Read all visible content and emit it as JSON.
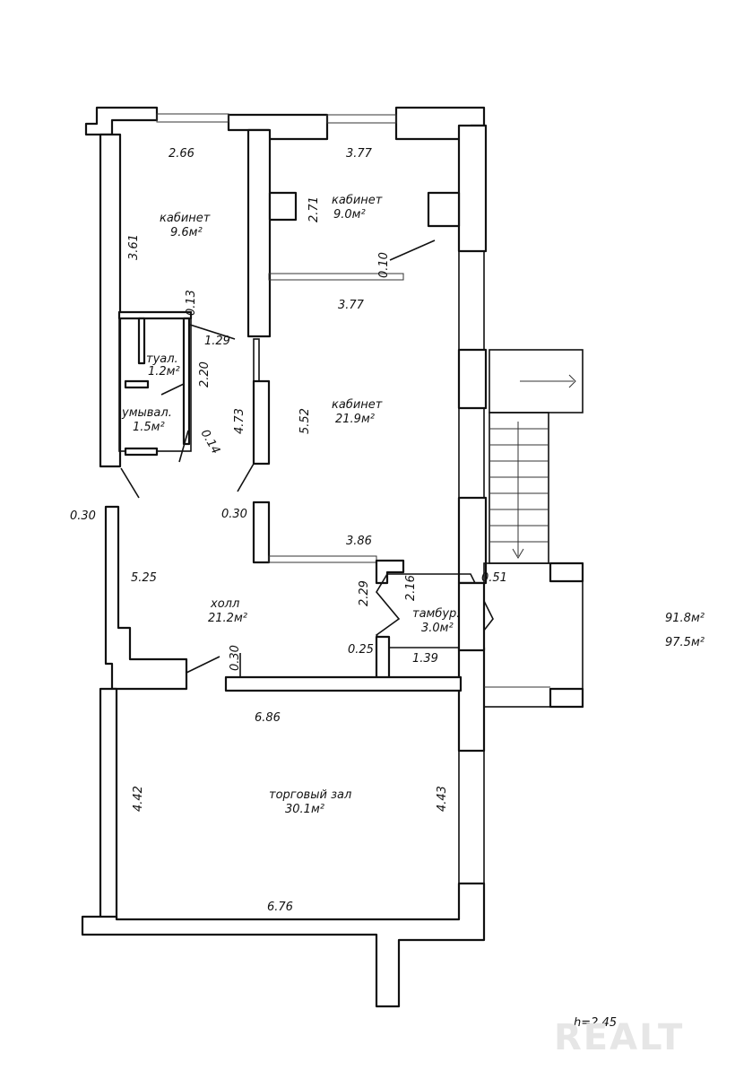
{
  "rooms": [
    {
      "id": "cabinet-1",
      "label": "кабинет",
      "area": "9.6м²"
    },
    {
      "id": "cabinet-2",
      "label": "кабинет",
      "area": "9.0м²"
    },
    {
      "id": "cabinet-3",
      "label": "кабинет",
      "area": "21.9м²"
    },
    {
      "id": "toilet",
      "label": "туал.",
      "area": "1.2м²"
    },
    {
      "id": "washroom",
      "label": "умывал.",
      "area": "1.5м²"
    },
    {
      "id": "hall",
      "label": "холл",
      "area": "21.2м²"
    },
    {
      "id": "vestibule",
      "label": "тамбур.",
      "area": "3.0м²"
    },
    {
      "id": "sales-hall",
      "label": "торговый зал",
      "area": "30.1м²"
    }
  ],
  "dimensions": {
    "cab1_top": "2.66",
    "cab1_left": "3.61",
    "cab2_top": "3.77",
    "cab2_height": "2.71",
    "wall_010": "0.10",
    "cab3_top": "3.77",
    "cab3_height": "5.52",
    "cab3_bottom": "3.86",
    "toilet_013": "0.13",
    "toilet_129": "1.29",
    "toilet_220": "2.20",
    "corr_473": "4.73",
    "wash_014": "0.14",
    "hall_030_left": "0.30",
    "hall_030_mid": "0.30",
    "hall_525": "5.25",
    "hall_229": "2.29",
    "vest_216": "2.16",
    "vest_051": "0.51",
    "vest_025": "0.25",
    "vest_139": "1.39",
    "hall_030_bottom": "0.30",
    "sales_top": "6.86",
    "sales_left": "4.42",
    "sales_right": "4.43",
    "sales_bottom": "6.76"
  },
  "totals": {
    "area_1": "91.8м²",
    "area_2": "97.5м²"
  },
  "ceiling_height": "h=2.45",
  "watermark": "REALT"
}
